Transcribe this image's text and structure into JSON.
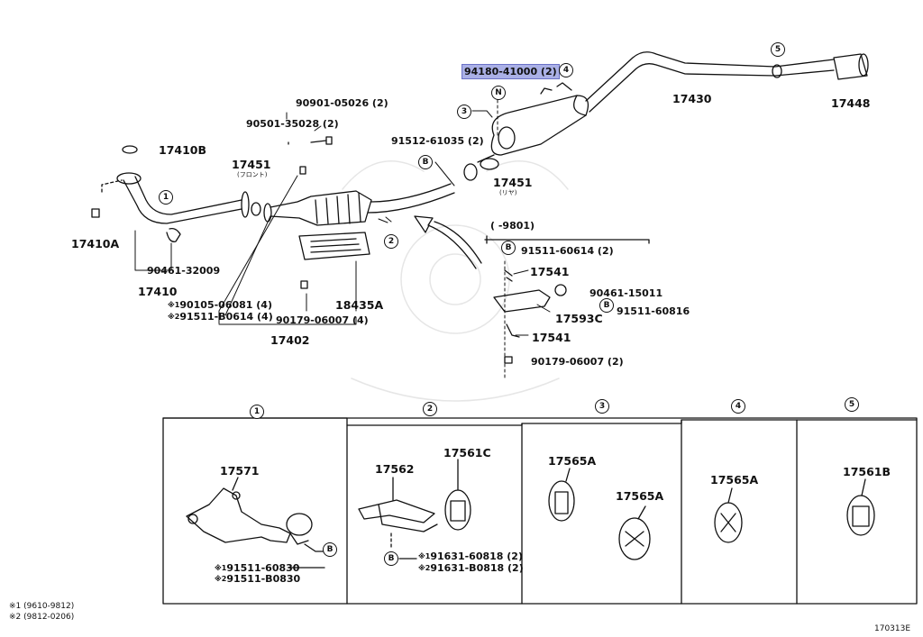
{
  "header": {
    "range": "(      -9801)"
  },
  "labels": {
    "p94180": "94180-41000 (2)",
    "p17430": "17430",
    "p17448": "17448",
    "p90901": "90901-05026 (2)",
    "p90501": "90501-35028 (2)",
    "p17410B": "17410B",
    "p17451a": "17451",
    "front": "(フロント)",
    "p91512": "91512-61035 (2)",
    "p17451b": "17451",
    "rear": "(リヤ)",
    "p17410A": "17410A",
    "p90461a": "90461-32009",
    "p17410": "17410",
    "p90105": "90105-06081 (4)",
    "p91511b": "91511-B0614 (4)",
    "p90179a": "90179-06007 (4)",
    "p18435A": "18435A",
    "p17402": "17402",
    "p91511_60614": "91511-60614 (2)",
    "p17541a": "17541",
    "p90461b": "90461-15011",
    "p91511_60816": "91511-60816",
    "p17593C": "17593C",
    "p17541b": "17541",
    "p90179b": "90179-06007 (2)",
    "p17571": "17571",
    "p91511_60830": "91511-60830",
    "p91511_B0830": "91511-B0830",
    "p17562": "17562",
    "p17561C": "17561C",
    "p91631_60818": "91631-60818 (2)",
    "p91631_B0818": "91631-B0818 (2)",
    "p17565A_1": "17565A",
    "p17565A_2": "17565A",
    "p17565A_3": "17565A",
    "p17561B": "17561B"
  },
  "marks": {
    "m1": "※1",
    "m2": "※2"
  },
  "callouts": {
    "c1": "1",
    "c2": "2",
    "c3": "3",
    "c4": "4",
    "c5": "5",
    "cB": "B",
    "cN": "N"
  },
  "footnotes": {
    "note1": "※1  (9610-9812)",
    "note2": "※2  (9812-0206)"
  },
  "diagram_id": "170313E"
}
